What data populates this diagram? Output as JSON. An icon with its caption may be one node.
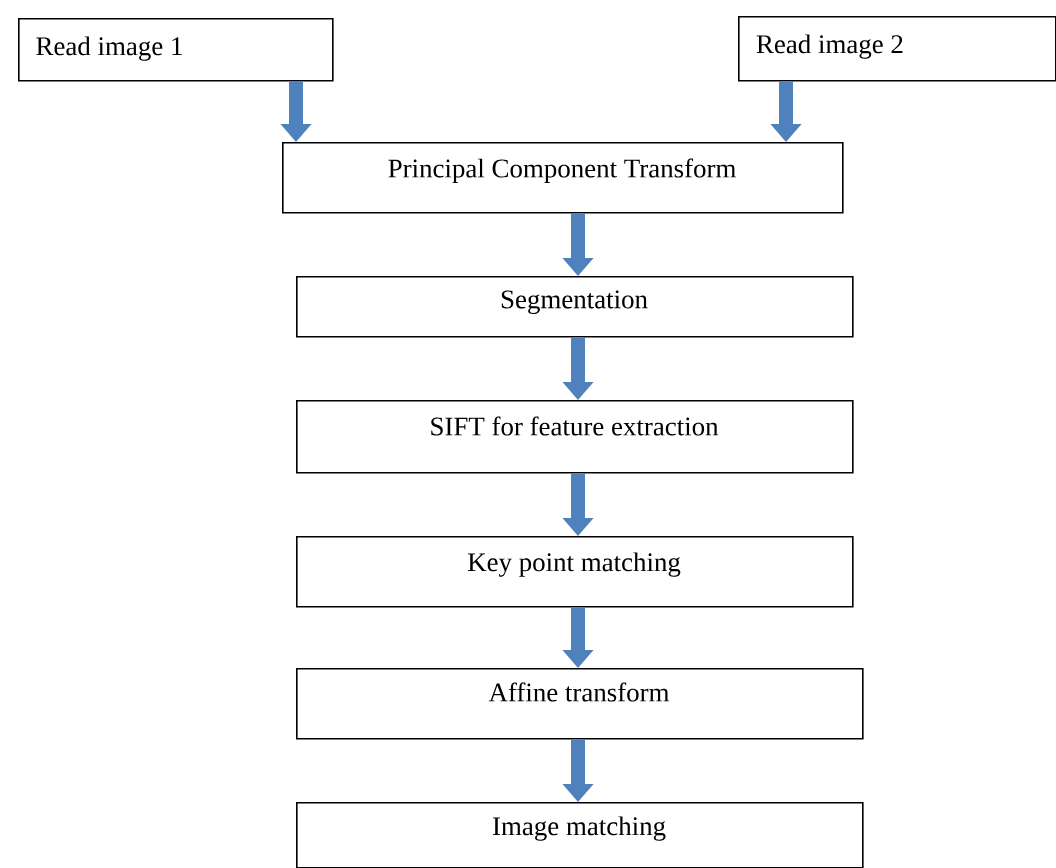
{
  "diagram": {
    "nodes": [
      {
        "text": [
          "Read image 1"
        ]
      },
      {
        "text": [
          "Read image 2"
        ]
      },
      {
        "text": [
          "Principal Component Transform"
        ]
      },
      {
        "text": [
          "Segmentation"
        ]
      },
      {
        "text": [
          "SIFT for feature extraction"
        ]
      },
      {
        "text": [
          "Key point matching"
        ]
      },
      {
        "text": [
          "Affine transform"
        ]
      },
      {
        "text": [
          "Image matching"
        ]
      }
    ],
    "edges": [
      {
        "from": 0,
        "to": 2,
        "arrow": "to"
      },
      {
        "from": 1,
        "to": 2,
        "arrow": "to"
      },
      {
        "from": 2,
        "to": 3,
        "arrow": "to"
      },
      {
        "from": 3,
        "to": 4,
        "arrow": "to"
      },
      {
        "from": 4,
        "to": 5,
        "arrow": "to"
      },
      {
        "from": 5,
        "to": 6,
        "arrow": "to"
      },
      {
        "from": 6,
        "to": 7,
        "arrow": "to"
      }
    ]
  }
}
